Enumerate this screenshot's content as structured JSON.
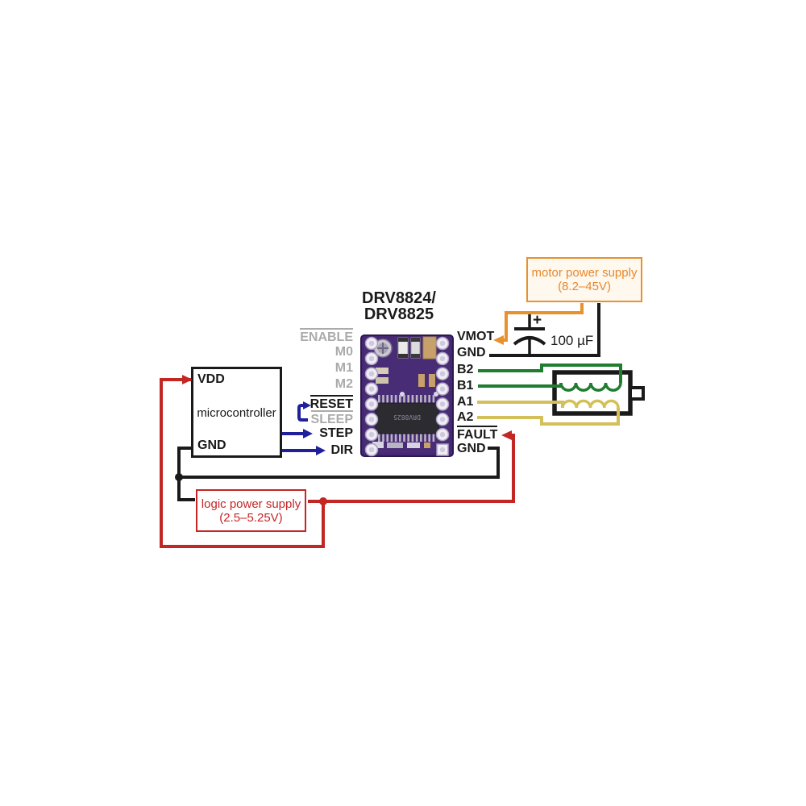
{
  "title": {
    "line1": "DRV8824/",
    "line2": "DRV8825"
  },
  "driver": {
    "ic_marking": "DRV8825",
    "left_pins": [
      {
        "label": "ENABLE",
        "overline": true,
        "state": "inactive"
      },
      {
        "label": "M0",
        "overline": false,
        "state": "inactive"
      },
      {
        "label": "M1",
        "overline": false,
        "state": "inactive"
      },
      {
        "label": "M2",
        "overline": false,
        "state": "inactive"
      },
      {
        "label": "RESET",
        "overline": true,
        "state": "active"
      },
      {
        "label": "SLEEP",
        "overline": true,
        "state": "inactive"
      },
      {
        "label": "STEP",
        "overline": false,
        "state": "active"
      },
      {
        "label": "DIR",
        "overline": false,
        "state": "active"
      }
    ],
    "right_pins": [
      {
        "label": "VMOT",
        "overline": false
      },
      {
        "label": "GND",
        "overline": false
      },
      {
        "label": "B2",
        "overline": false
      },
      {
        "label": "B1",
        "overline": false
      },
      {
        "label": "A1",
        "overline": false
      },
      {
        "label": "A2",
        "overline": false
      },
      {
        "label": "FAULT",
        "overline": true
      },
      {
        "label": "GND",
        "overline": false
      }
    ]
  },
  "microcontroller": {
    "vdd_label": "VDD",
    "name": "microcontroller",
    "gnd_label": "GND"
  },
  "motor_power_supply": {
    "line1": "motor power supply",
    "line2": "(8.2–45V)"
  },
  "logic_power_supply": {
    "line1": "logic power supply",
    "line2": "(2.5–5.25V)"
  },
  "capacitor": {
    "value": "100 µF",
    "polarity": "+"
  },
  "colors": {
    "motor_supply_wire": "#E8912D",
    "logic_supply_wire": "#C22723",
    "step_dir_wire": "#20209C",
    "coil_b_wire": "#1F7D2F",
    "coil_a_wire": "#D3C058",
    "ground_wire": "#1A1A1A",
    "inactive_pin_text": "#ABABAB",
    "board_purple": "#45286F"
  }
}
